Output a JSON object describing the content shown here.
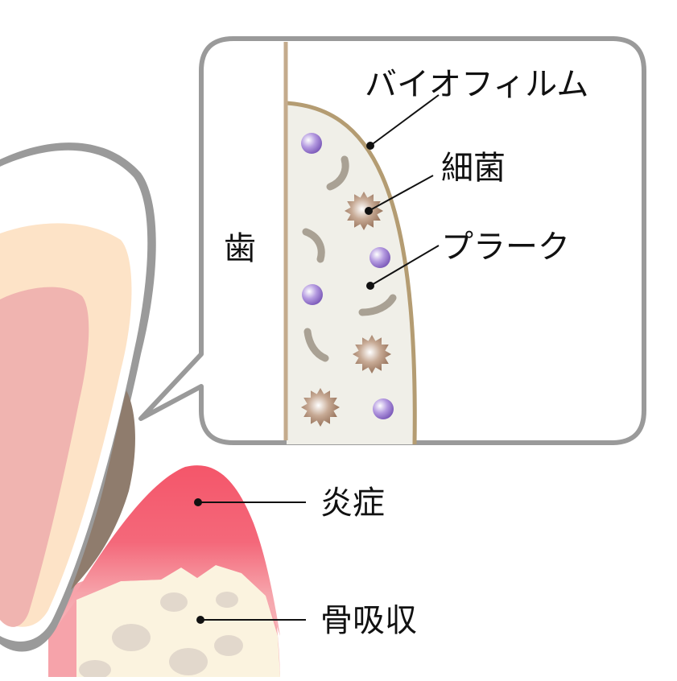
{
  "labels": {
    "biofilm": "バイオフィルム",
    "bacteria": "細菌",
    "plaque": "プラーク",
    "tooth": "歯",
    "inflammation": "炎症",
    "bone_resorption": "骨吸収"
  },
  "colors": {
    "outline_gray": "#9a9a9a",
    "enamel_white": "#ffffff",
    "dentin": "#fde3c7",
    "pulp": "#f0b4b0",
    "calculus": "#8f7c6d",
    "gum_inflamed": "#f4566a",
    "gum_light": "#f6a0a8",
    "bone": "#fbf3df",
    "bone_spot": "#e2d8cc",
    "biofilm_edge": "#b49c72",
    "tooth_surface": "#c4ab8c",
    "plaque_fill": "#f0efe8",
    "bacteria_round": "#8e6cc8",
    "bacteria_rod": "#a9a194",
    "bacteria_spiky": "#a27d66"
  }
}
